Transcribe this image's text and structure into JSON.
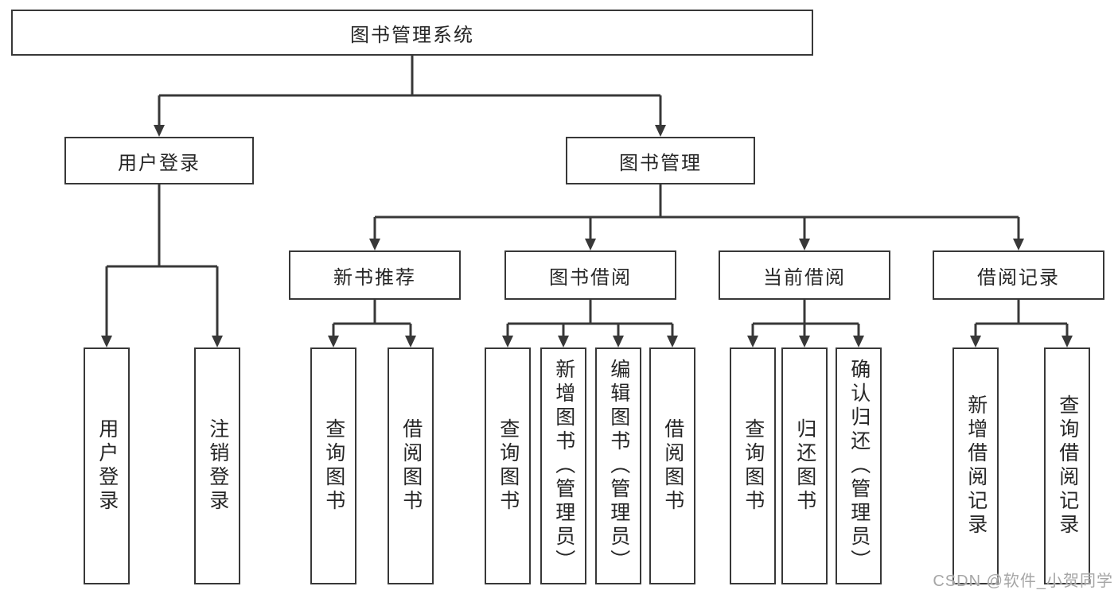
{
  "tree": {
    "label": "图书管理系统",
    "children": [
      {
        "label": "用户登录",
        "children": [
          {
            "label": "用户登录"
          },
          {
            "label": "注销登录"
          }
        ]
      },
      {
        "label": "图书管理",
        "children": [
          {
            "label": "新书推荐",
            "children": [
              {
                "label": "查询图书"
              },
              {
                "label": "借阅图书"
              }
            ]
          },
          {
            "label": "图书借阅",
            "children": [
              {
                "label": "查询图书"
              },
              {
                "label": "新增图书（管理员）"
              },
              {
                "label": "编辑图书（管理员）"
              },
              {
                "label": "借阅图书"
              }
            ]
          },
          {
            "label": "当前借阅",
            "children": [
              {
                "label": "查询图书"
              },
              {
                "label": "归还图书"
              },
              {
                "label": "确认归还（管理员）"
              }
            ]
          },
          {
            "label": "借阅记录",
            "children": [
              {
                "label": "新增借阅记录"
              },
              {
                "label": "查询借阅记录"
              }
            ]
          }
        ]
      }
    ]
  },
  "watermark": "CSDN @软件_小贺同学",
  "colors": {
    "line": "#383838",
    "box_border": "#383838",
    "box_fill": "#ffffff",
    "text": "#262626",
    "watermark": "#a6a6a6",
    "background": "#ffffff"
  }
}
